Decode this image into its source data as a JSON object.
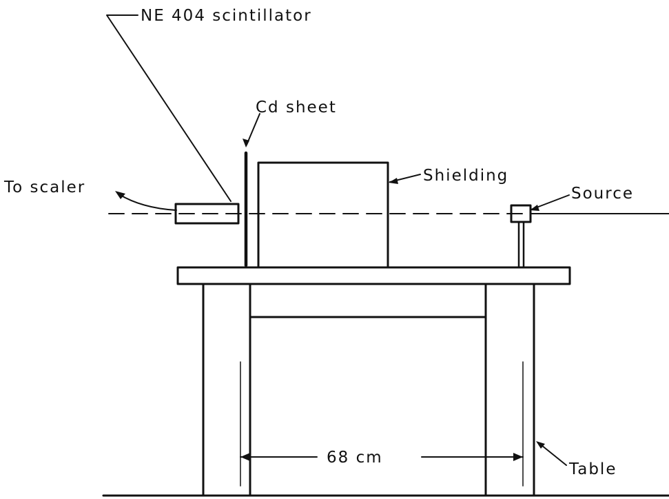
{
  "labels": {
    "scintillator": "NE 404 scintillator",
    "cd_sheet": "Cd sheet",
    "to_scaler": "To scaler",
    "shielding": "Shielding",
    "source": "Source",
    "distance": "68 cm",
    "table": "Table"
  },
  "colors": {
    "ink": "#111111",
    "background": "#ffffff"
  }
}
